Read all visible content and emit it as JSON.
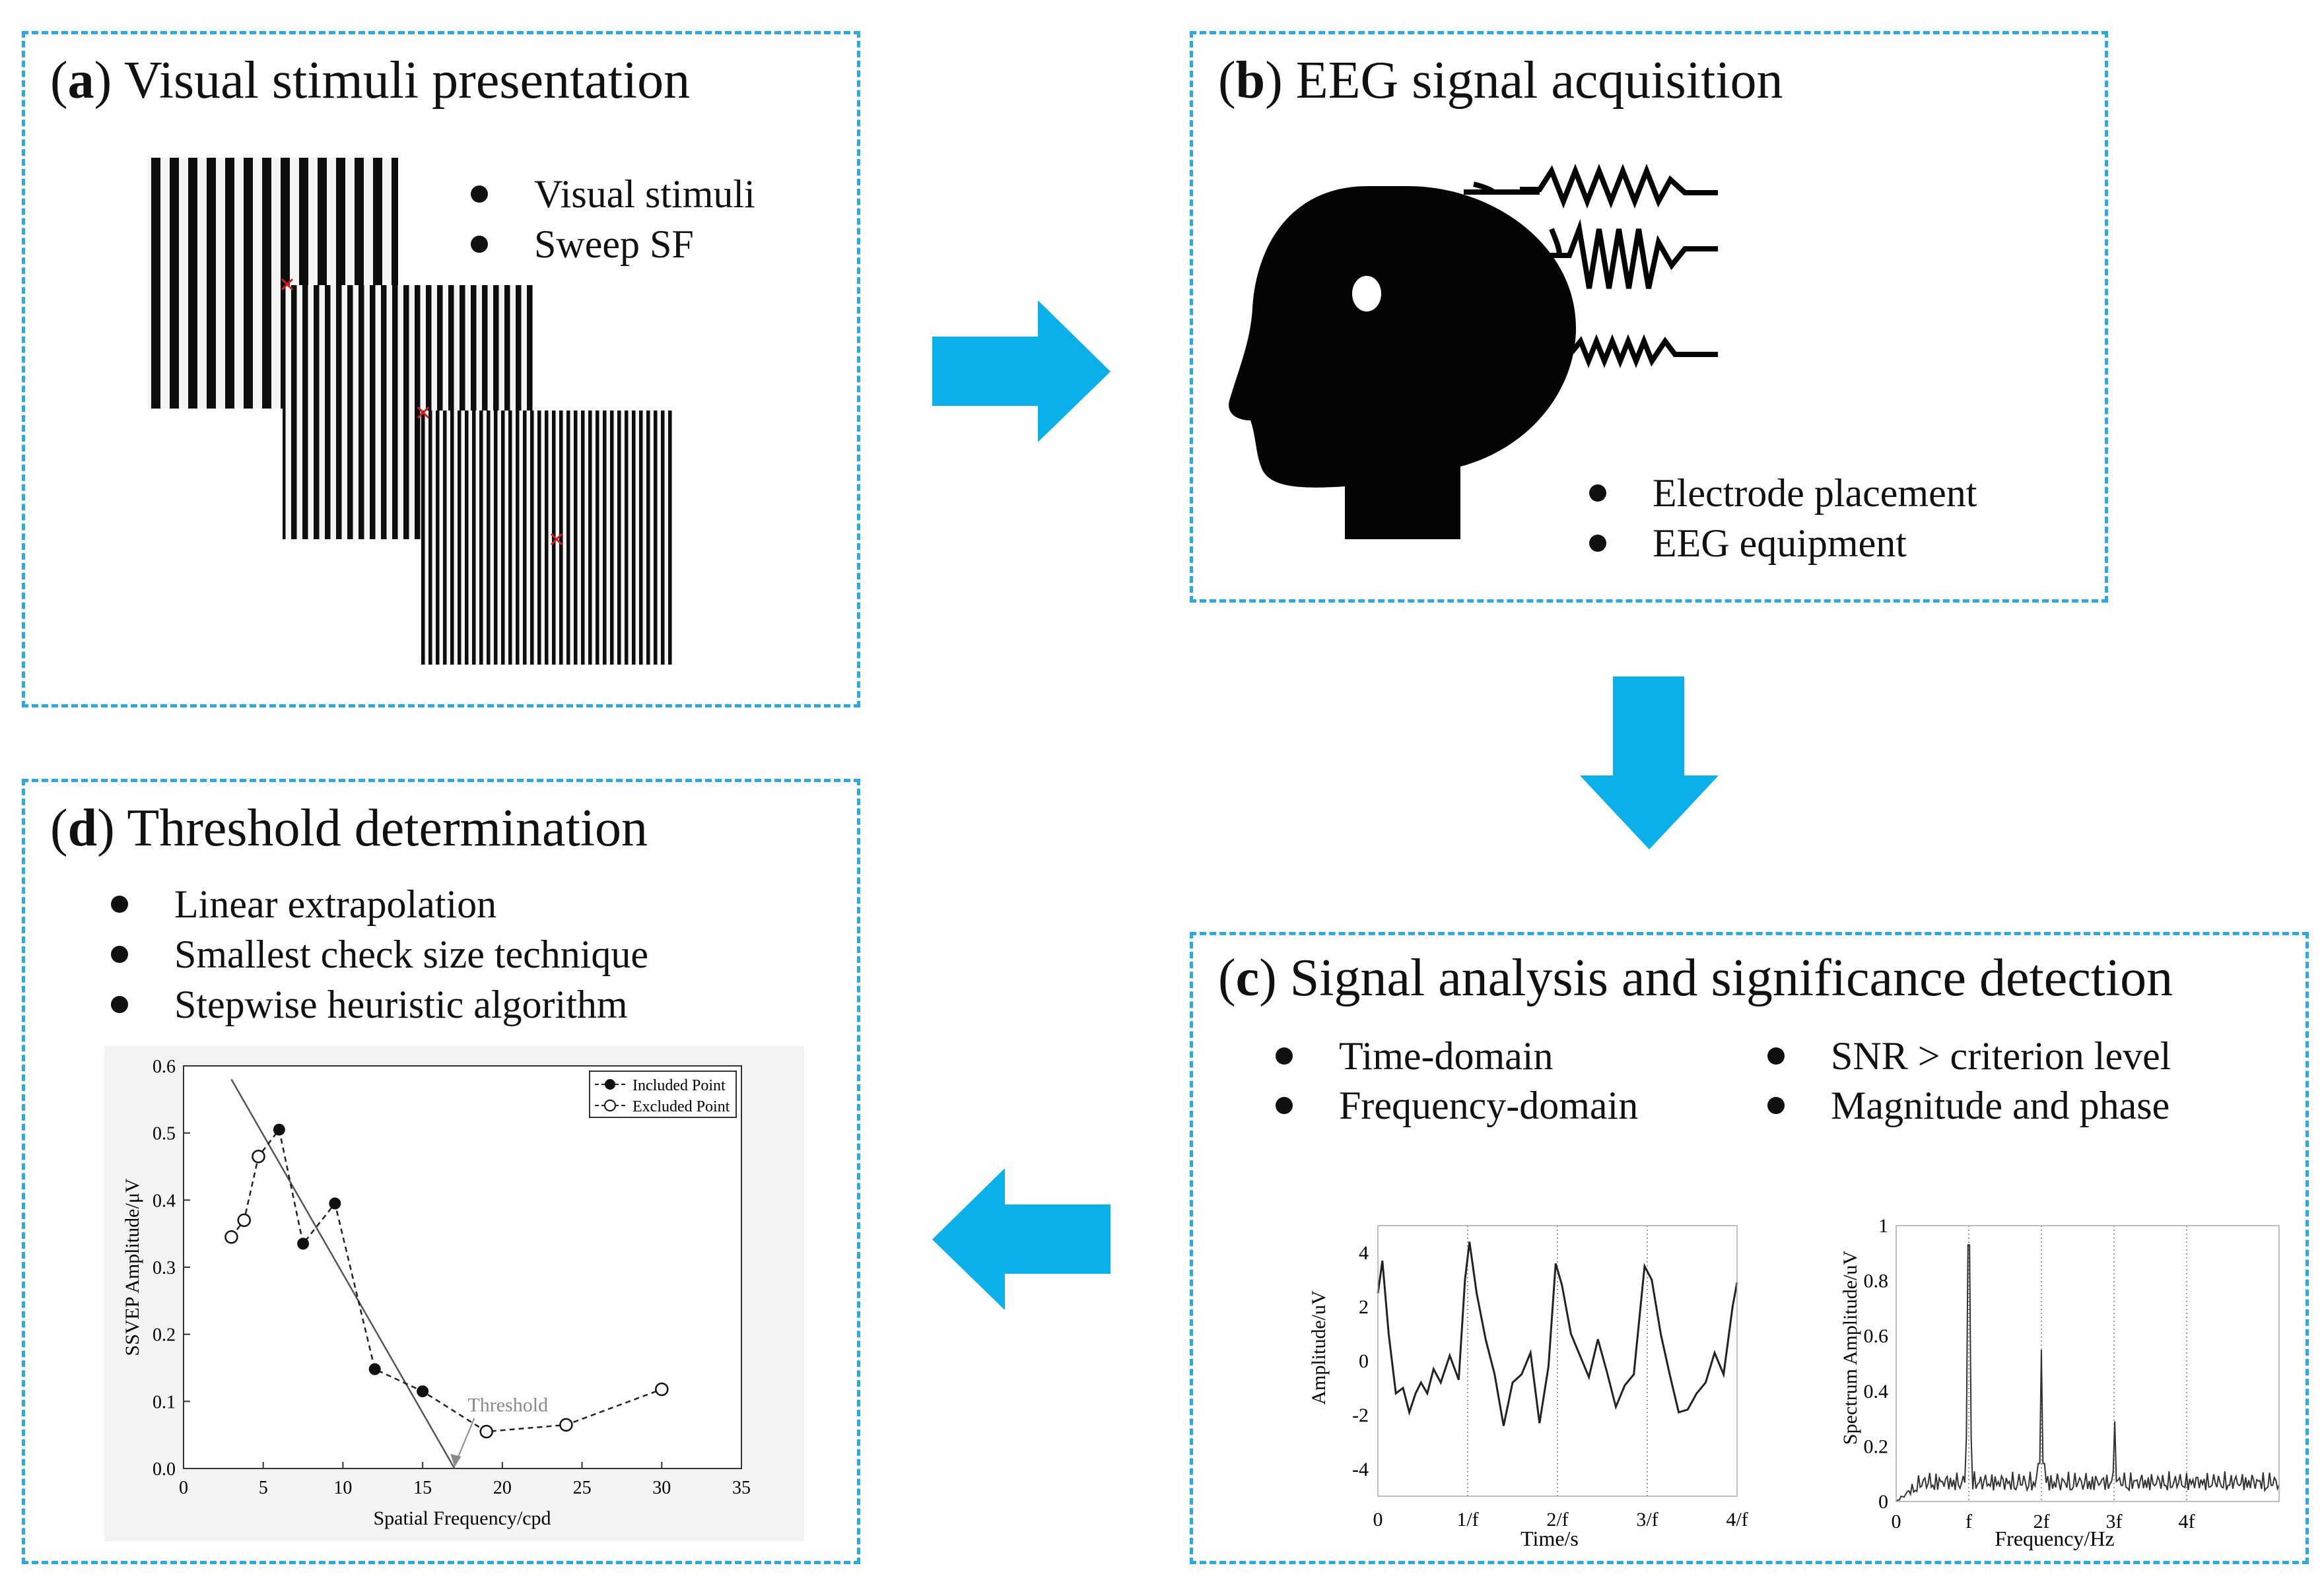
{
  "panel_a": {
    "letter": "a",
    "title": "Visual stimuli presentation",
    "bullets": [
      "Visual stimuli",
      "Sweep SF"
    ]
  },
  "panel_b": {
    "letter": "b",
    "title": "EEG signal acquisition",
    "bullets": [
      "Electrode placement",
      "EEG equipment"
    ]
  },
  "panel_c": {
    "letter": "c",
    "title": "Signal analysis and significance detection",
    "bullets_left": [
      "Time-domain",
      "Frequency-domain"
    ],
    "bullets_right": [
      "SNR > criterion level",
      "Magnitude and phase"
    ]
  },
  "panel_d": {
    "letter": "d",
    "title": "Threshold determination",
    "bullets": [
      "Linear extrapolation",
      "Smallest check size technique",
      "Stepwise heuristic algorithm"
    ]
  },
  "colors": {
    "accent": "#29aae2",
    "arrow": "#0ab0ea",
    "marker": "#d62020"
  },
  "icons": [
    "right-arrow-icon",
    "down-arrow-icon",
    "left-arrow-icon",
    "head-profile-icon"
  ],
  "chart_data": [
    {
      "type": "scatter",
      "xlabel": "Spatial Frequency/cpd",
      "ylabel": "SSVEP Amplitude/μV",
      "xlim": [
        0,
        35
      ],
      "ylim": [
        0,
        0.6
      ],
      "xticks": [
        "0",
        "5",
        "10",
        "15",
        "20",
        "25",
        "30",
        "35"
      ],
      "yticks": [
        "0.0",
        "0.1",
        "0.2",
        "0.3",
        "0.4",
        "0.5",
        "0.6"
      ],
      "legend": [
        "Included Point",
        "Excluded Point"
      ],
      "legend_position": "top-right",
      "series": [
        {
          "name": "Included Point",
          "x": [
            6,
            7.5,
            9.5,
            12,
            15
          ],
          "y": [
            0.505,
            0.335,
            0.395,
            0.148,
            0.115
          ]
        },
        {
          "name": "Excluded Point",
          "x": [
            3,
            3.8,
            4.7,
            19,
            24,
            30
          ],
          "y": [
            0.345,
            0.37,
            0.465,
            0.055,
            0.065,
            0.118
          ]
        }
      ],
      "connecting_line_order_x": [
        3,
        3.8,
        4.7,
        6,
        7.5,
        9.5,
        12,
        15,
        19,
        24,
        30
      ],
      "connecting_line_order_y": [
        0.345,
        0.37,
        0.465,
        0.505,
        0.335,
        0.395,
        0.148,
        0.115,
        0.055,
        0.065,
        0.118
      ],
      "regression_line": {
        "x": [
          3,
          17
        ],
        "y": [
          0.58,
          0
        ]
      },
      "annotation": "Threshold",
      "annotation_x": 17
    },
    {
      "type": "line",
      "xlabel": "Time/s",
      "ylabel": "Amplitude/uV",
      "xticks": [
        "0",
        "1/f",
        "2/f",
        "3/f",
        "4/f"
      ],
      "yticks": [
        "4",
        "2",
        "0",
        "-2",
        "-4"
      ],
      "ylim": [
        -5,
        5
      ],
      "x": [
        0,
        0.05,
        0.12,
        0.2,
        0.28,
        0.35,
        0.42,
        0.48,
        0.55,
        0.62,
        0.7,
        0.8,
        0.9,
        0.97,
        1.02,
        1.1,
        1.2,
        1.3,
        1.4,
        1.5,
        1.6,
        1.7,
        1.8,
        1.9,
        1.98,
        2.05,
        2.15,
        2.25,
        2.35,
        2.45,
        2.55,
        2.65,
        2.75,
        2.85,
        2.97,
        3.05,
        3.15,
        3.25,
        3.35,
        3.45,
        3.55,
        3.65,
        3.75,
        3.85,
        3.95,
        4.0
      ],
      "y": [
        2.5,
        3.7,
        1.0,
        -1.2,
        -1.0,
        -1.9,
        -1.2,
        -0.8,
        -1.2,
        -0.3,
        -0.8,
        0.2,
        -0.7,
        3.0,
        4.4,
        2.5,
        0.8,
        -0.5,
        -2.4,
        -0.8,
        -0.5,
        0.3,
        -2.3,
        -0.2,
        3.6,
        2.8,
        1.0,
        0.2,
        -0.6,
        0.8,
        -0.4,
        -1.7,
        -0.9,
        -0.5,
        3.5,
        3.0,
        1.0,
        -0.5,
        -1.9,
        -1.8,
        -1.2,
        -0.8,
        0.3,
        -0.5,
        2.0,
        2.9
      ]
    },
    {
      "type": "line",
      "xlabel": "Frequency/Hz",
      "ylabel": "Spectrum Amplitude/uV",
      "xticks": [
        "0",
        "f",
        "2f",
        "3f",
        "4f"
      ],
      "yticks": [
        "0",
        "0.2",
        "0.4",
        "0.6",
        "0.8",
        "1"
      ],
      "ylim": [
        0,
        1
      ],
      "peaks": [
        {
          "x": "f",
          "y": 0.93
        },
        {
          "x": "2f",
          "y": 0.55
        },
        {
          "x": "3f",
          "y": 0.29
        }
      ]
    }
  ]
}
